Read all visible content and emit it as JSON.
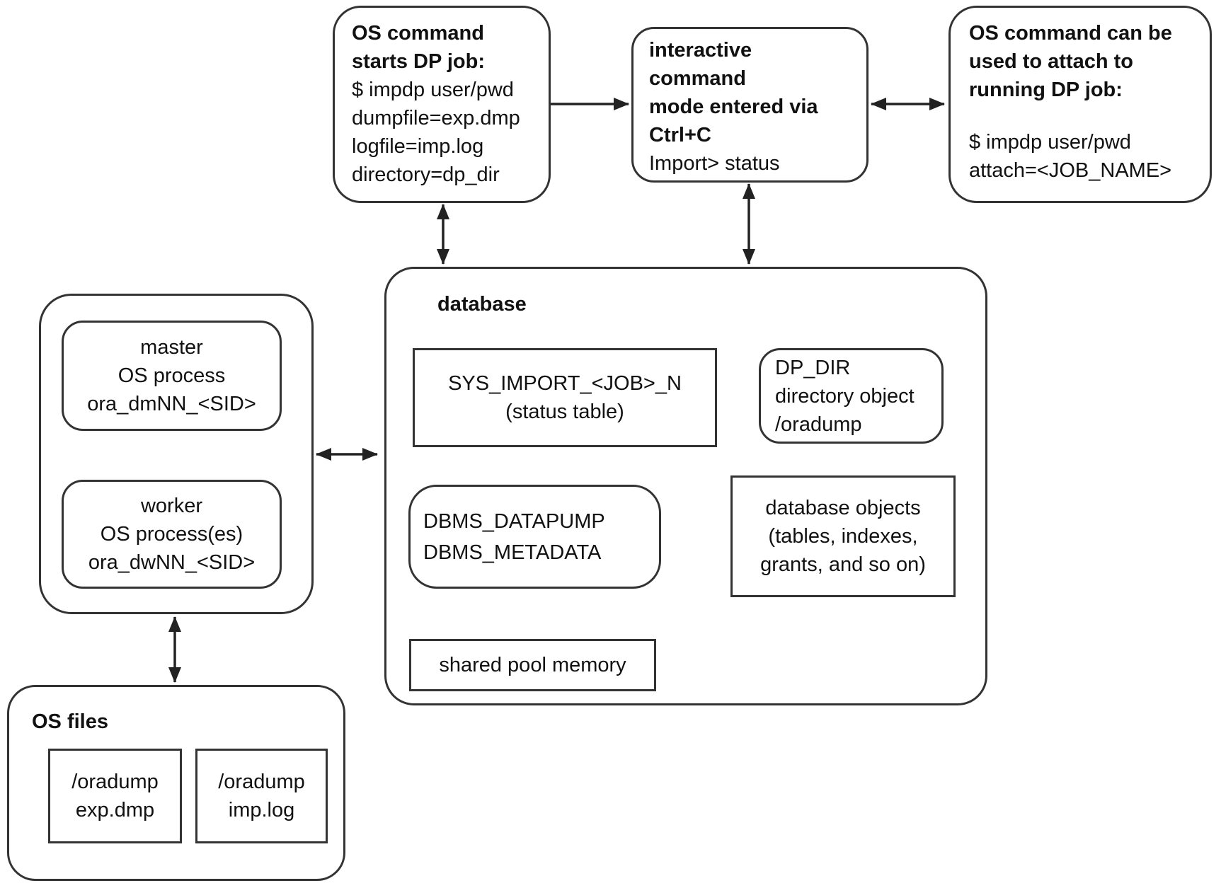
{
  "colors": {
    "border": "#333333",
    "text": "#111111",
    "background": "#ffffff"
  },
  "boxes": {
    "start_job": {
      "title_lines": [
        "OS command",
        "starts DP job:"
      ],
      "body_lines": [
        "$ impdp user/pwd",
        "dumpfile=exp.dmp",
        "logfile=imp.log",
        "directory=dp_dir"
      ]
    },
    "interactive": {
      "title_lines": [
        "interactive",
        "command",
        "mode entered via",
        "Ctrl+C"
      ],
      "body_lines": [
        "Import> status"
      ]
    },
    "attach_job": {
      "title_lines": [
        "OS command can be",
        "used to attach to",
        "running DP job:"
      ],
      "body_lines": [
        "$ impdp user/pwd",
        "attach=<JOB_NAME>"
      ]
    },
    "database": {
      "label": "database"
    },
    "status_table": {
      "lines": [
        "SYS_IMPORT_<JOB>_N",
        "(status table)"
      ]
    },
    "dp_dir": {
      "lines": [
        "DP_DIR",
        "directory object",
        "/oradump"
      ]
    },
    "dbms_packages": {
      "lines": [
        "DBMS_DATAPUMP",
        "DBMS_METADATA"
      ]
    },
    "database_objects": {
      "lines": [
        "database objects",
        "(tables, indexes,",
        "grants, and so on)"
      ]
    },
    "shared_pool": {
      "lines": [
        "shared pool memory"
      ]
    },
    "master_process": {
      "lines": [
        "master",
        "OS process",
        "ora_dmNN_<SID>"
      ]
    },
    "worker_process": {
      "lines": [
        "worker",
        "OS process(es)",
        "ora_dwNN_<SID>"
      ]
    },
    "os_files": {
      "label": "OS files"
    },
    "dump_file": {
      "lines": [
        "/oradump",
        "exp.dmp"
      ]
    },
    "log_file": {
      "lines": [
        "/oradump",
        "imp.log"
      ]
    }
  }
}
